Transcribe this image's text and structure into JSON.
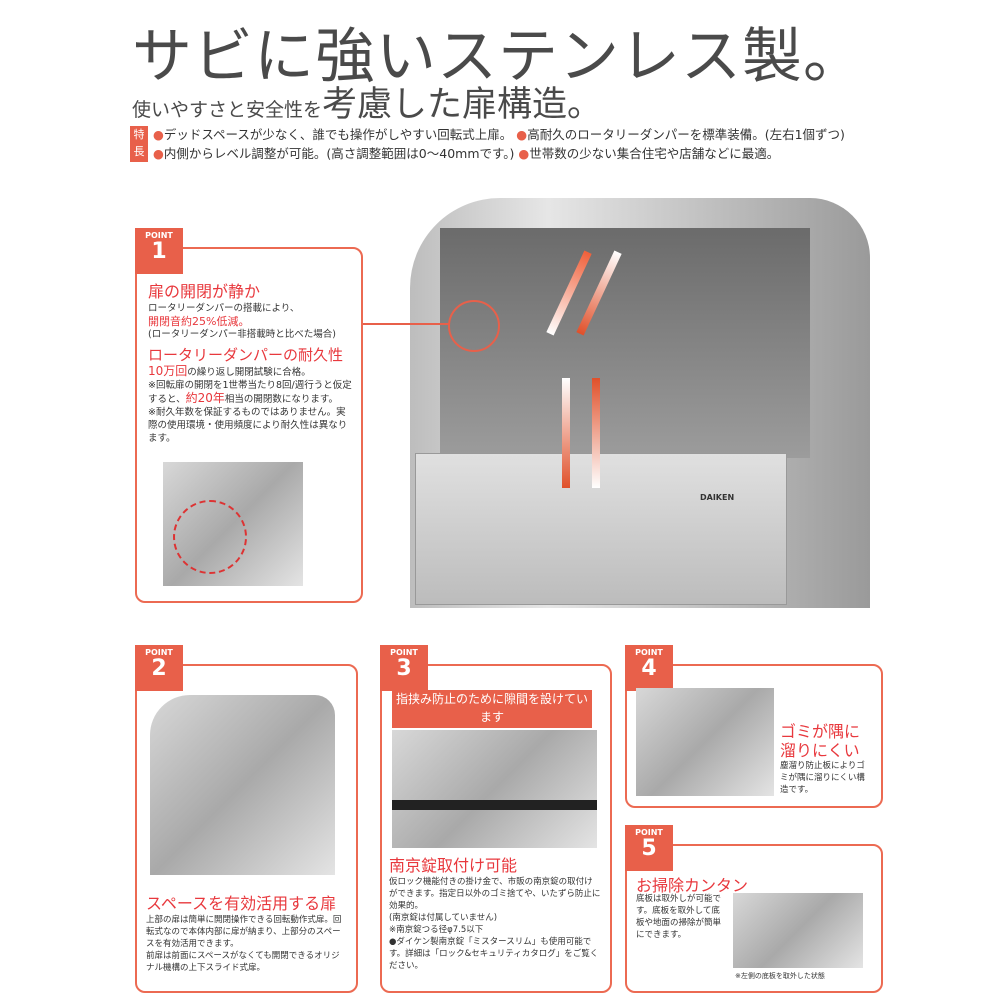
{
  "header": {
    "title": "サビに強いステンレス製。",
    "subtitle_small": "使いやすさと安全性を",
    "subtitle_large": "考慮した扉構造。"
  },
  "features": {
    "tag": "特長",
    "items": [
      "デッドスペースが少なく、誰でも操作がしやすい回転式上扉。",
      "高耐久のロータリーダンパーを標準装備。(左右1個ずつ)",
      "内側からレベル調整が可能。(高さ調整範囲は0〜40mmです。)",
      "世帯数の少ない集合住宅や店舗などに最適。"
    ]
  },
  "product": {
    "brand": "DAIKEN"
  },
  "points": [
    {
      "label": "POINT",
      "num": "1",
      "heading": "扉の開閉が静か",
      "lines": [
        "ロータリーダンパーの搭載により、",
        "開閉音約25%低減。",
        "(ロータリーダンパー非搭載時と比べた場合)"
      ],
      "heading2": "ロータリーダンパーの耐久性",
      "lines2": [
        "10万回",
        "の繰り返し開閉試験に合格。",
        "※回転扉の開閉を1世帯当たり8回/週行うと仮定すると、",
        "約20年",
        "相当の開閉数になります。",
        "※耐久年数を保証するものではありません。実際の使用環境・使用頻度により耐久性は異なります。"
      ]
    },
    {
      "label": "POINT",
      "num": "2",
      "heading": "スペースを有効活用する扉",
      "text": "上部の扉は簡単に開閉操作できる回転動作式扉。回転式なので本体内部に扉が納まり、上部分のスペースを有効活用できます。",
      "text2": "前扉は前面にスペースがなくても開閉できるオリジナル機構の上下スライド式扉。"
    },
    {
      "label": "POINT",
      "num": "3",
      "callout": "指挟み防止のために隙間を設けています",
      "heading": "南京錠取付け可能",
      "text": "仮ロック機能付きの掛け金で、市販の南京錠の取付けができます。指定日以外のゴミ捨てや、いたずら防止に効果的。",
      "text2": "(南京錠は付属していません)",
      "text3": "※南京錠つる径φ7.5以下",
      "text4": "●ダイケン製南京錠「ミスタースリム」も使用可能です。詳細は「ロック&セキュリティカタログ」をご覧ください。"
    },
    {
      "label": "POINT",
      "num": "4",
      "heading": "ゴミが隅に溜りにくい",
      "text": "塵溜り防止板によりゴミが隅に溜りにくい構造です。"
    },
    {
      "label": "POINT",
      "num": "5",
      "heading": "お掃除カンタン",
      "text": "底板は取外しが可能です。底板を取外して底板や地面の掃除が簡単にできます。",
      "caption": "※左側の底板を取外した状態"
    }
  ]
}
